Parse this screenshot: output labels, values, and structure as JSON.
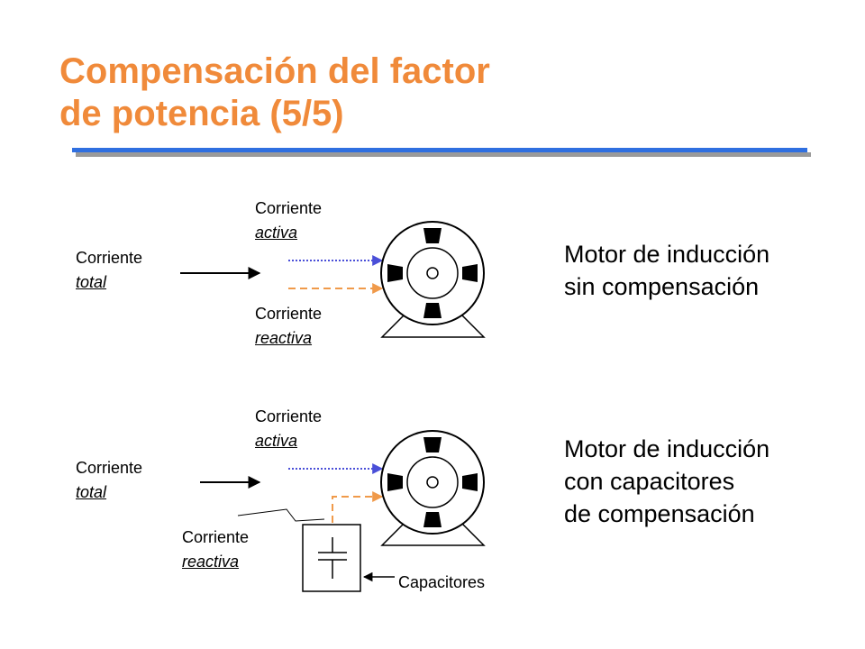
{
  "title": {
    "line1": "Compensación del factor",
    "line2": "de potencia (5/5)"
  },
  "colors": {
    "title": "#f08a3a",
    "bar": "#2f6fe0",
    "active_arrow": "#4a4fd8",
    "reactive_arrow": "#f09a4a"
  },
  "top": {
    "total_label": {
      "word": "Corriente",
      "qualifier": "total"
    },
    "active_label": {
      "word": "Corriente",
      "qualifier": "activa"
    },
    "reactive_label": {
      "word": "Corriente",
      "qualifier": "reactiva"
    },
    "caption": [
      "Motor de inducción",
      "sin compensación"
    ]
  },
  "bottom": {
    "total_label": {
      "word": "Corriente",
      "qualifier": "total"
    },
    "active_label": {
      "word": "Corriente",
      "qualifier": "activa"
    },
    "reactive_label": {
      "word": "Corriente",
      "qualifier": "reactiva"
    },
    "caption": [
      "Motor de inducción",
      "con capacitores",
      "de compensación"
    ],
    "capacitor_label": "Capacitores"
  },
  "icons": {
    "motor": "induction-motor-icon",
    "capacitor": "capacitor-icon"
  }
}
